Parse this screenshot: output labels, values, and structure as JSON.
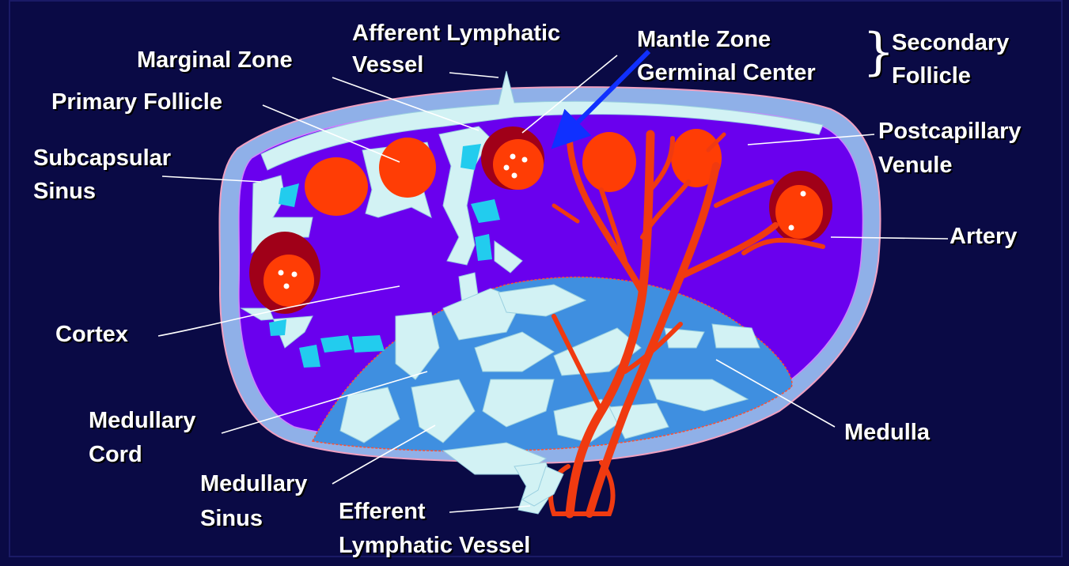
{
  "labels": {
    "afferent_vessel": [
      "Afferent Lymphatic",
      "Vessel"
    ],
    "marginal_zone": "Marginal Zone",
    "primary_follicle": "Primary Follicle",
    "subcapsular_sinus": [
      "Subcapsular",
      "Sinus"
    ],
    "mantle_zone": "Mantle Zone",
    "germinal_center": "Germinal Center",
    "secondary_follicle": [
      "Secondary",
      "Follicle"
    ],
    "postcapillary_venule": [
      "Postcapillary",
      "Venule"
    ],
    "artery": "Artery",
    "cortex": "Cortex",
    "medullary_cord": [
      "Medullary",
      "Cord"
    ],
    "medulla": "Medulla",
    "medullary_sinus": [
      "Medullary",
      "Sinus"
    ],
    "efferent_vessel": [
      "Efferent",
      "Lymphatic Vessel"
    ]
  },
  "colors": {
    "background": "#0a0a45",
    "cortex": "#6a00ee",
    "capsule": "#8fb0e8",
    "sinus": "#d2f2f4",
    "medulla": "#3f8fe0",
    "follicle": "#ff3d05",
    "mantle": "#a00018",
    "vessel": "#f03a10",
    "lymph_spot": "#22ccee",
    "arrow": "#1030ff"
  },
  "brace_glyph": "}"
}
